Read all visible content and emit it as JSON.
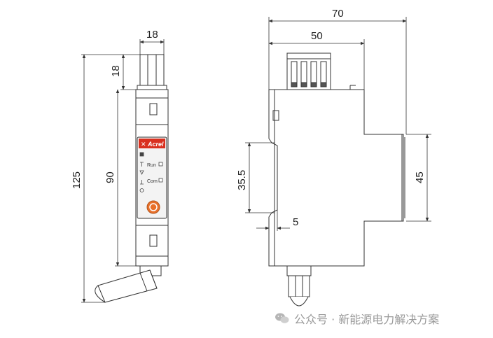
{
  "front_view": {
    "dim_width": "18",
    "dim_connector": "18",
    "dim_height_total": "125",
    "dim_height_body": "90",
    "brand": "Acrel",
    "led_run_label": "Run",
    "led_com_label": "Com"
  },
  "side_view": {
    "dim_overall_width": "70",
    "dim_terminal_width": "50",
    "dim_rail": "35.5",
    "dim_rail_offset": "5",
    "dim_front_height": "45"
  },
  "watermark": {
    "text": "公众号 · 新能源电力解决方案"
  },
  "colors": {
    "line": "#333333",
    "brand_red": "#d9301f",
    "panel": "#f3f3f3",
    "watermark": "#9a9a9a"
  }
}
